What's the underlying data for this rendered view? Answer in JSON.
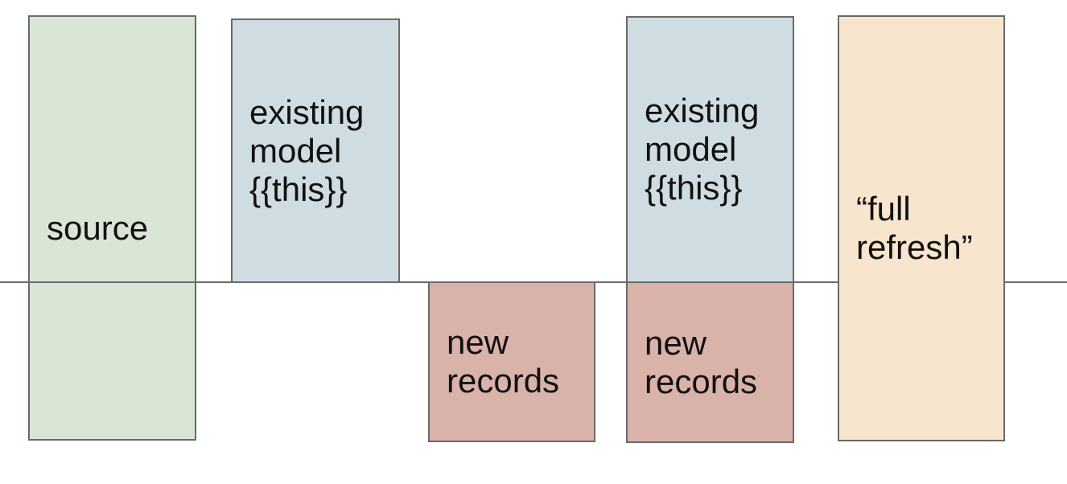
{
  "diagram": {
    "background_color": "#ffffff",
    "border_color": "#6a6a6a",
    "text_color": "#111111",
    "baseline": {
      "color": "#6a6a6a"
    },
    "boxes": [
      {
        "id": "source",
        "label": "source",
        "fill": "#dae6d5"
      },
      {
        "id": "existing-model-1",
        "label": "existing\nmodel\n{{this}}",
        "fill": "#cfdde3"
      },
      {
        "id": "new-records-1",
        "label": "new\nrecords",
        "fill": "#d9b2aa"
      },
      {
        "id": "existing-model-2",
        "label": "existing\nmodel\n{{this}}",
        "fill": "#cfdde3"
      },
      {
        "id": "new-records-2",
        "label": "new\nrecords",
        "fill": "#d9b2aa"
      },
      {
        "id": "full-refresh",
        "label": "“full\nrefresh”",
        "fill": "#f8e5ce"
      }
    ]
  }
}
